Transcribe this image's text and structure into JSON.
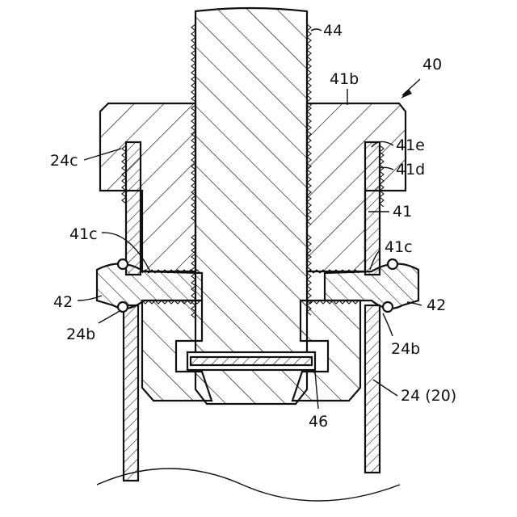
{
  "labels": {
    "shaft": "44",
    "assembly": "40",
    "nut_flange": "41b",
    "nut_recess": "41e",
    "nut_outer": "41d",
    "nut": "41",
    "sleeve_thread": "24c",
    "nut_step_left": "41c",
    "nut_step_right": "41c",
    "ring_left": "42",
    "ring_right": "42",
    "tube_bead_left": "24b",
    "tube_bead_right": "24b",
    "tube": "24 (20)",
    "clip": "46"
  },
  "colors": {
    "line": "#111111",
    "background": "#ffffff"
  }
}
